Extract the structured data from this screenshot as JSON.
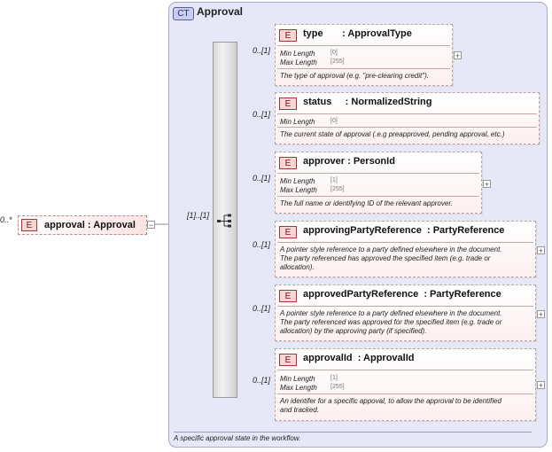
{
  "complex_type": {
    "badge": "CT",
    "title": "Approval",
    "documentation": "A specific approval state in the workflow."
  },
  "root": {
    "cardinality": "0..*",
    "badge": "E",
    "name": "approval : Approval",
    "collapse": "−"
  },
  "sequence": {
    "cardinality": "[1]..[1]"
  },
  "elements": [
    {
      "cardinality": "0..[1]",
      "badge": "E",
      "name": "type       : ApprovalType",
      "facets": [
        {
          "k": "Min Length",
          "v": "[0]"
        },
        {
          "k": "Max Length",
          "v": "[255]"
        }
      ],
      "doc": [
        "The type of approval (e.g. \"pre-clearing credit\")."
      ],
      "expand": "+"
    },
    {
      "cardinality": "0..[1]",
      "badge": "E",
      "name": "status     : NormalizedString",
      "facets": [
        {
          "k": "Min Length",
          "v": "[0]"
        }
      ],
      "doc": [
        "The current state of approval (.e.g preapproved, pending approval, etc.)"
      ]
    },
    {
      "cardinality": "0..[1]",
      "badge": "E",
      "name": "approver : PersonId",
      "facets": [
        {
          "k": "Min Length",
          "v": "[1]"
        },
        {
          "k": "Max Length",
          "v": "[255]"
        }
      ],
      "doc": [
        "The full name or identifying ID of the relevant approver."
      ],
      "expand": "+"
    },
    {
      "cardinality": "0..[1]",
      "badge": "E",
      "name": "approvingPartyReference  : PartyReference",
      "facets": [],
      "doc": [
        "A pointer style reference to a party defined elsewhere in the document.",
        "The party referenced has approved the specified item (e.g. trade or",
        "allocation)."
      ],
      "expand": "+"
    },
    {
      "cardinality": "0..[1]",
      "badge": "E",
      "name": "approvedPartyReference  : PartyReference",
      "facets": [],
      "doc": [
        "A pointer style reference to a party defined elsewhere in the document.",
        "The party referenced was approved for the specified item (e.g. trade or",
        "allocation) by the approving party (if specified)."
      ],
      "expand": "+"
    },
    {
      "cardinality": "0..[1]",
      "badge": "E",
      "name": "approvalId  : ApprovalId",
      "facets": [
        {
          "k": "Min Length",
          "v": "[1]"
        },
        {
          "k": "Max Length",
          "v": "[255]"
        }
      ],
      "doc": [
        "An identifer for a specific appoval, to allow the approval to be identified",
        "and tracked."
      ],
      "expand": "+"
    }
  ]
}
